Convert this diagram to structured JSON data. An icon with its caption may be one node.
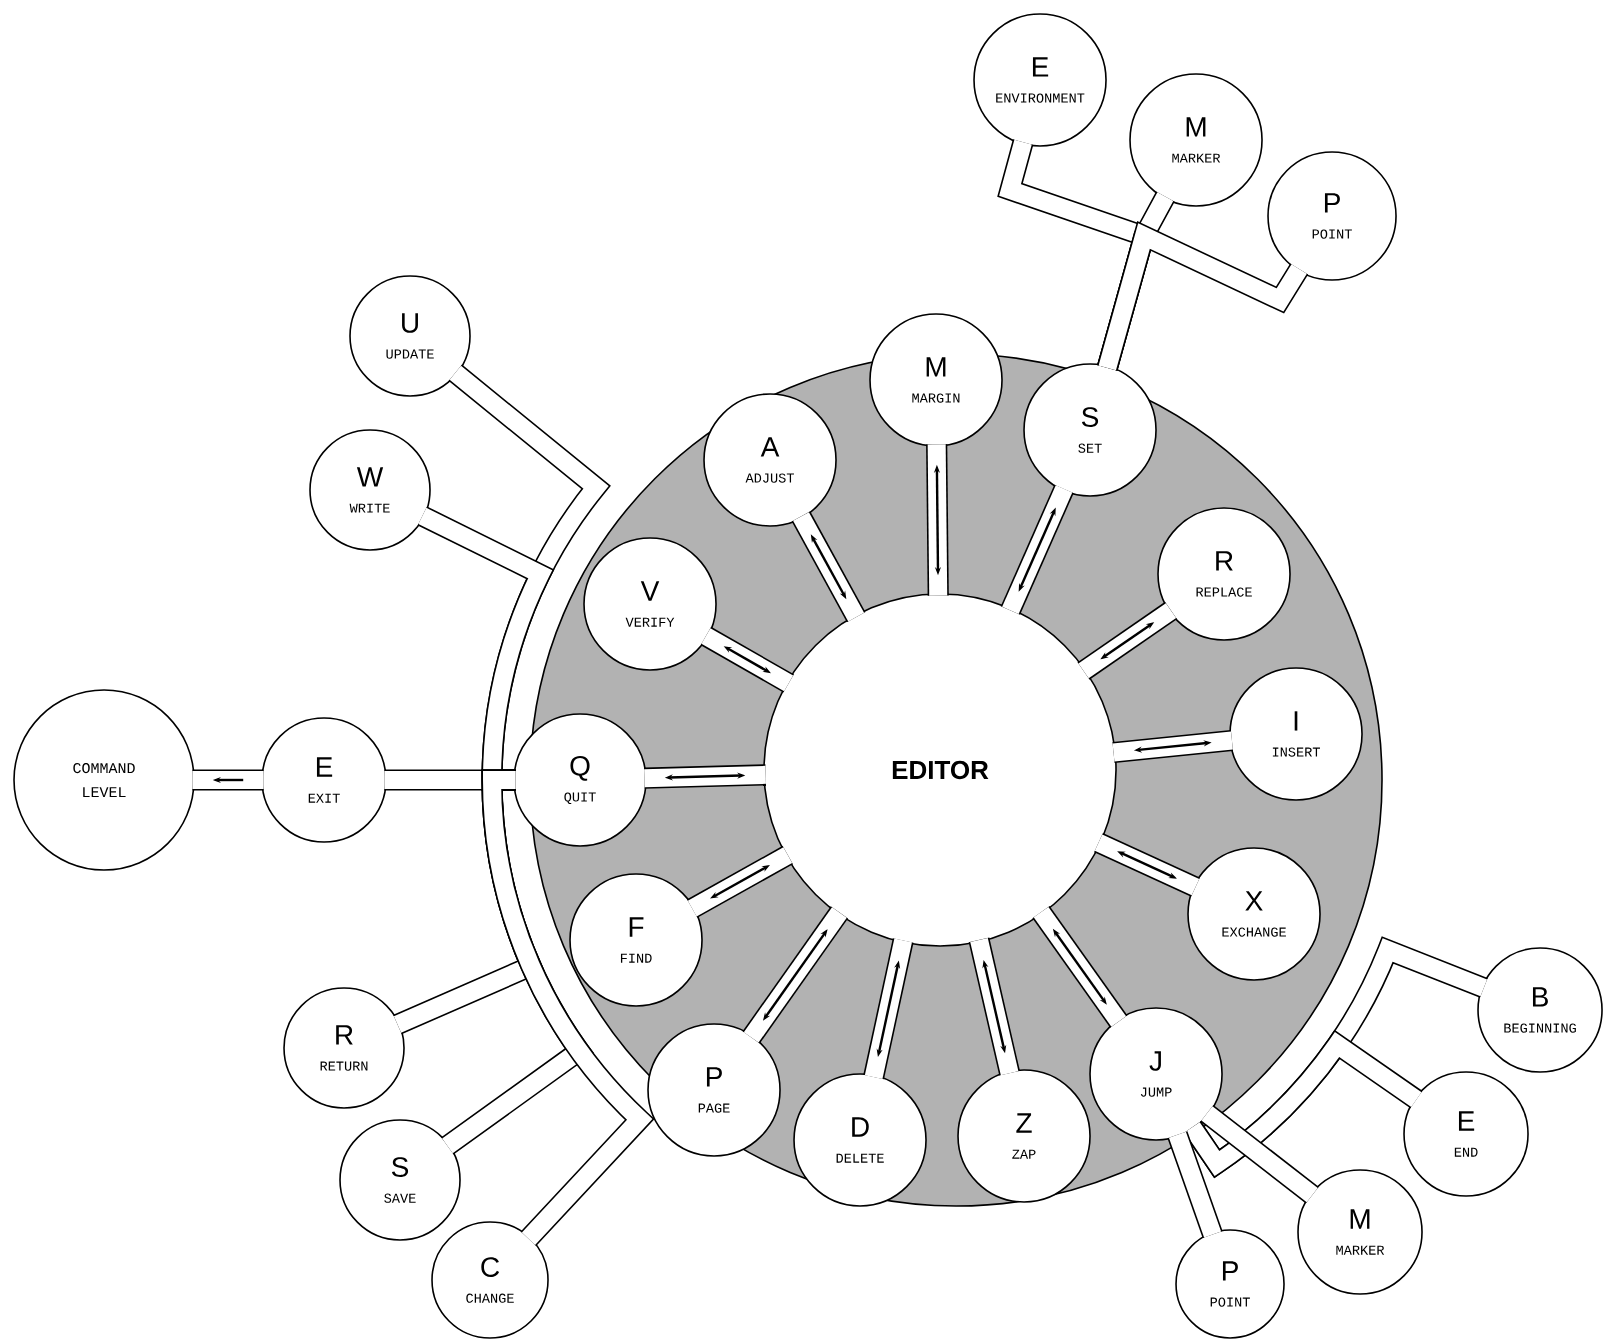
{
  "diagram": {
    "nodes": [
      {
        "text": [
          "EDITOR"
        ]
      },
      {
        "text": [
          "A",
          "ADJUST"
        ]
      },
      {
        "text": [
          "M",
          "MARGIN"
        ]
      },
      {
        "text": [
          "S",
          "SET"
        ]
      },
      {
        "text": [
          "R",
          "REPLACE"
        ]
      },
      {
        "text": [
          "I",
          "INSERT"
        ]
      },
      {
        "text": [
          "X",
          "EXCHANGE"
        ]
      },
      {
        "text": [
          "J",
          "JUMP"
        ]
      },
      {
        "text": [
          "Z",
          "ZAP"
        ]
      },
      {
        "text": [
          "D",
          "DELETE"
        ]
      },
      {
        "text": [
          "P",
          "PAGE"
        ]
      },
      {
        "text": [
          "F",
          "FIND"
        ]
      },
      {
        "text": [
          "Q",
          "QUIT"
        ]
      },
      {
        "text": [
          "V",
          "VERIFY"
        ]
      },
      {
        "text": [
          "E",
          "ENVIRONMENT"
        ]
      },
      {
        "text": [
          "M",
          "MARKER"
        ]
      },
      {
        "text": [
          "P",
          "POINT"
        ]
      },
      {
        "text": [
          "U",
          "UPDATE"
        ]
      },
      {
        "text": [
          "W",
          "WRITE"
        ]
      },
      {
        "text": [
          "COMMAND LEVEL"
        ]
      },
      {
        "text": [
          "E",
          "EXIT"
        ]
      },
      {
        "text": [
          "R",
          "RETURN"
        ]
      },
      {
        "text": [
          "S",
          "SAVE"
        ]
      },
      {
        "text": [
          "C",
          "CHANGE"
        ]
      },
      {
        "text": [
          "B",
          "BEGINNING"
        ]
      },
      {
        "text": [
          "E",
          "END"
        ]
      },
      {
        "text": [
          "M",
          "MARKER"
        ]
      },
      {
        "text": [
          "P",
          "POINT"
        ]
      }
    ],
    "edges": [
      {
        "from": 1,
        "to": 0,
        "arrow": "both"
      },
      {
        "from": 2,
        "to": 0,
        "arrow": "both"
      },
      {
        "from": 3,
        "to": 0,
        "arrow": "both"
      },
      {
        "from": 4,
        "to": 0,
        "arrow": "both"
      },
      {
        "from": 5,
        "to": 0,
        "arrow": "both"
      },
      {
        "from": 6,
        "to": 0,
        "arrow": "both"
      },
      {
        "from": 7,
        "to": 0,
        "arrow": "both"
      },
      {
        "from": 8,
        "to": 0,
        "arrow": "both"
      },
      {
        "from": 9,
        "to": 0,
        "arrow": "both"
      },
      {
        "from": 10,
        "to": 0,
        "arrow": "both"
      },
      {
        "from": 11,
        "to": 0,
        "arrow": "both"
      },
      {
        "from": 12,
        "to": 0,
        "arrow": "both"
      },
      {
        "from": 13,
        "to": 0,
        "arrow": "both"
      },
      {
        "from": 3,
        "to": 14,
        "arrow": "none"
      },
      {
        "from": 3,
        "to": 15,
        "arrow": "none"
      },
      {
        "from": 3,
        "to": 16,
        "arrow": "none"
      },
      {
        "from": 12,
        "to": 17,
        "arrow": "none"
      },
      {
        "from": 12,
        "to": 18,
        "arrow": "none"
      },
      {
        "from": 12,
        "to": 20,
        "arrow": "none"
      },
      {
        "from": 20,
        "to": 19,
        "arrow": "to"
      },
      {
        "from": 12,
        "to": 21,
        "arrow": "none"
      },
      {
        "from": 12,
        "to": 22,
        "arrow": "none"
      },
      {
        "from": 12,
        "to": 23,
        "arrow": "none"
      },
      {
        "from": 7,
        "to": 24,
        "arrow": "none"
      },
      {
        "from": 7,
        "to": 25,
        "arrow": "none"
      },
      {
        "from": 7,
        "to": 26,
        "arrow": "none"
      },
      {
        "from": 7,
        "to": 27,
        "arrow": "none"
      }
    ]
  }
}
